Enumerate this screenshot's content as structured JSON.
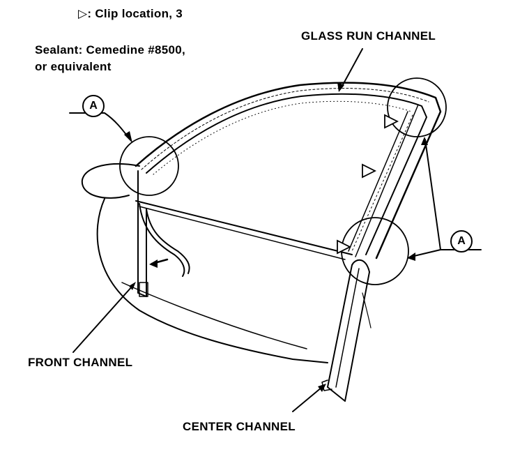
{
  "legend": {
    "clip_symbol": "▷",
    "clip_text": ": Clip location, 3",
    "sealant_line1": "Sealant: Cemedine #8500,",
    "sealant_line2": "or equivalent"
  },
  "labels": {
    "glass_run_channel": "GLASS RUN CHANNEL",
    "front_channel": "FRONT CHANNEL",
    "center_channel": "CENTER CHANNEL",
    "detail_a_left": "A",
    "detail_a_right": "A"
  }
}
